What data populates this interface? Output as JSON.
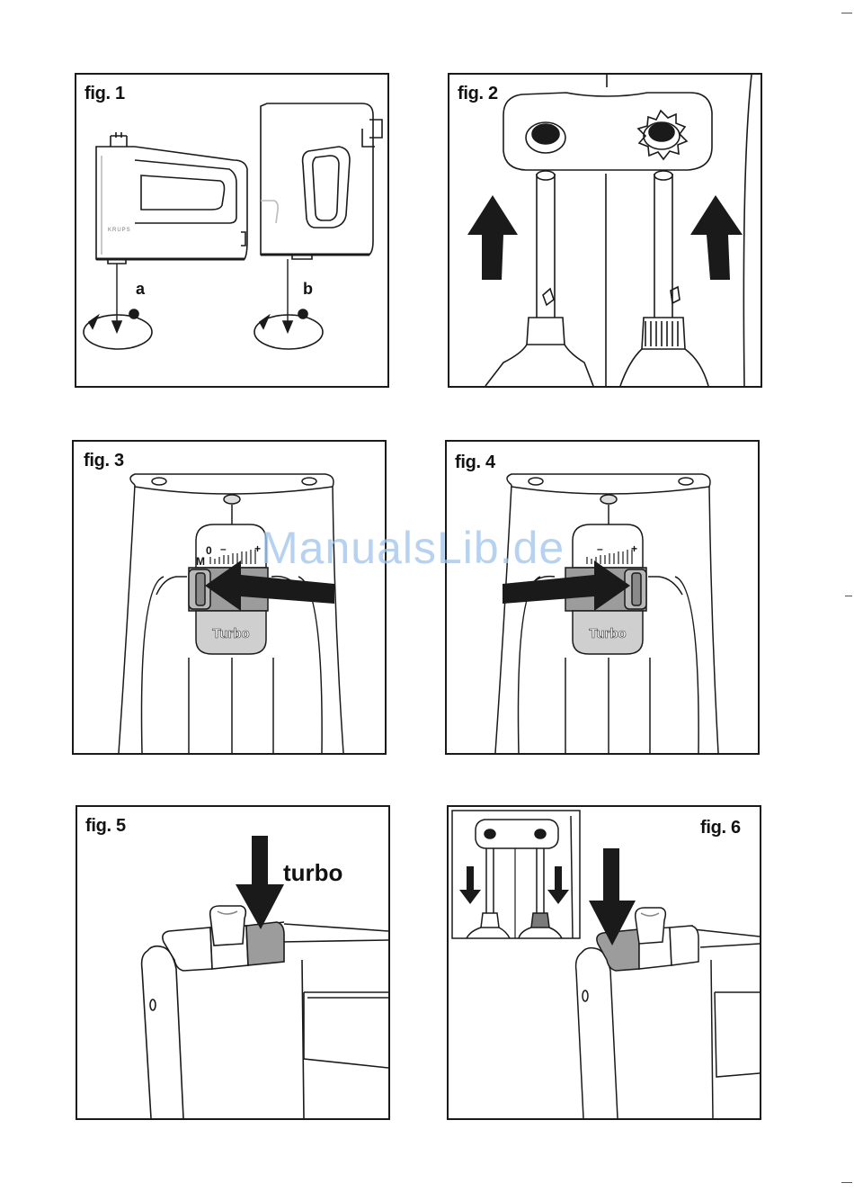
{
  "watermark": "ManualsLib.de",
  "figures": {
    "fig1": {
      "label": "fig. 1",
      "callout_a": "a",
      "callout_b": "b",
      "brand": "KRUPS"
    },
    "fig2": {
      "label": "fig. 2"
    },
    "fig3": {
      "label": "fig. 3",
      "turbo": "Turbo",
      "dial_m": "M",
      "dial_zero": "0",
      "dial_minus": "–",
      "dial_plus": "+"
    },
    "fig4": {
      "label": "fig. 4",
      "turbo": "Turbo",
      "dial_minus": "–",
      "dial_plus": "+"
    },
    "fig5": {
      "label": "fig. 5",
      "callout": "turbo"
    },
    "fig6": {
      "label": "fig. 6"
    }
  },
  "colors": {
    "line": "#1a1a1a",
    "button_grey": "#9c9c9c",
    "light_grey": "#cfcfcf",
    "watermark": "#9fc4ec"
  }
}
